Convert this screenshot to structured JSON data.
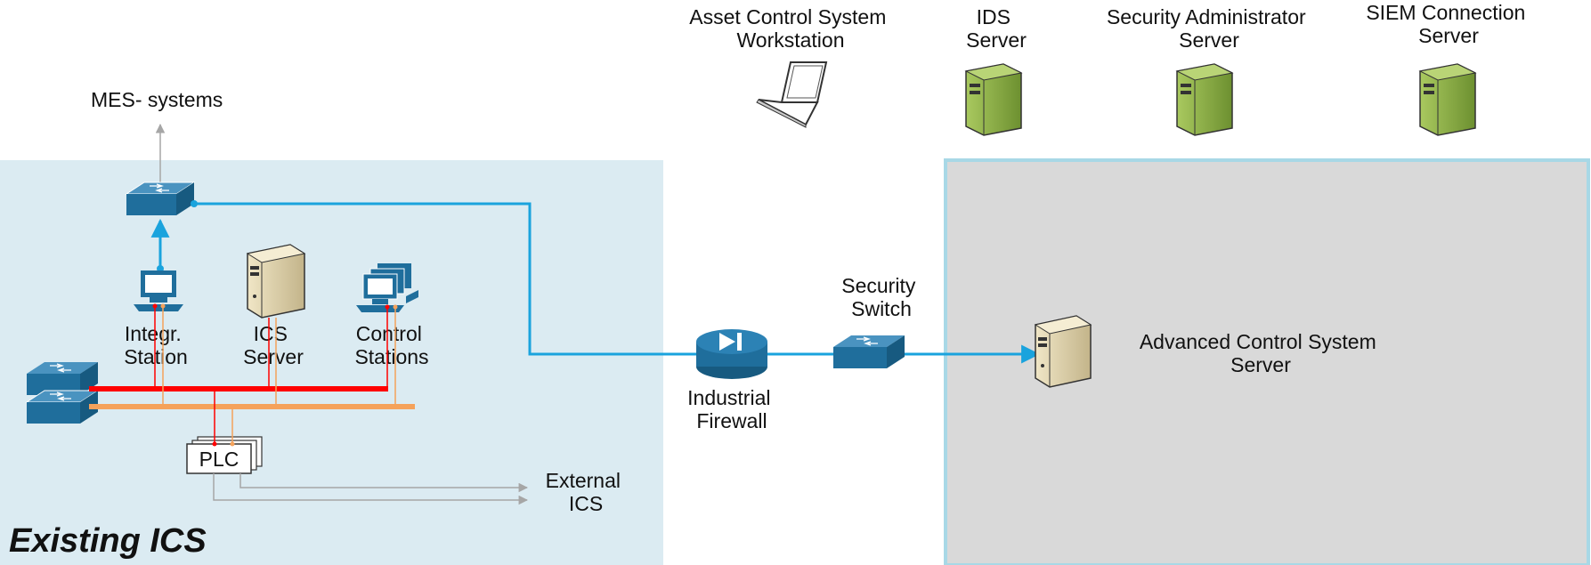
{
  "zones": {
    "existing_ics_title": "Existing ICS"
  },
  "labels": {
    "mes_systems": "MES- systems",
    "asset_ws": [
      "Asset Control System",
      "Workstation"
    ],
    "ids_server": [
      "IDS",
      "Server"
    ],
    "sec_admin_server": [
      "Security Administrator",
      "Server"
    ],
    "siem_server": [
      "SIEM Connection",
      "Server"
    ],
    "integr_station": [
      "Integr.",
      "Station"
    ],
    "ics_server": [
      "ICS",
      "Server"
    ],
    "control_stations": [
      "Control",
      "Stations"
    ],
    "plc": "PLC",
    "external_ics": [
      "External",
      "ICS"
    ],
    "industrial_firewall": [
      "Industrial",
      "Firewall"
    ],
    "security_switch": [
      "Security",
      "Switch"
    ],
    "adv_server": [
      "Advanced Control System",
      "Server"
    ]
  },
  "colors": {
    "ics_zone_fill": "#dbebf2",
    "adv_zone_fill": "#d9d9d9",
    "adv_zone_border": "#a8d8e6",
    "link_blue": "#1aa3dd",
    "bus_red": "#ff0000",
    "bus_orange": "#f5a25b",
    "gray_link": "#a6a6a6",
    "device_blue": "#1f6e9c",
    "server_green": "#8cb045",
    "server_beige": "#e3d6b0"
  }
}
